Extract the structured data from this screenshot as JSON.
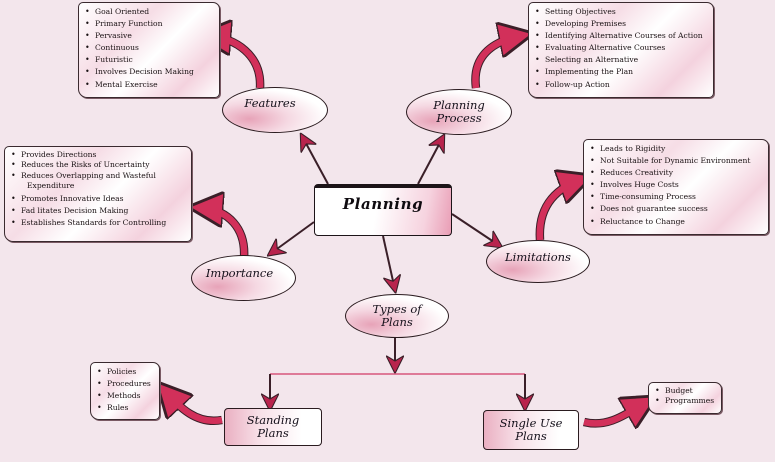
{
  "center": {
    "label": "Planning"
  },
  "nodes": {
    "features": {
      "label": "Features"
    },
    "planning_process": {
      "label_line1": "Planning",
      "label_line2": "Process"
    },
    "importance": {
      "label": "Importance"
    },
    "limitations": {
      "label": "Limitations"
    },
    "types_of_plans": {
      "label_line1": "Types of",
      "label_line2": "Plans"
    },
    "standing_plans": {
      "label_line1": "Standing",
      "label_line2": "Plans"
    },
    "single_use_plans": {
      "label_line1": "Single Use",
      "label_line2": "Plans"
    }
  },
  "lists": {
    "features": [
      "Goal Oriented",
      "Primary Function",
      "Pervasive",
      "Continuous",
      "Futuristic",
      "Involves Decision Making",
      "Mental Exercise"
    ],
    "planning_process": [
      "Setting Objectives",
      "Developing Premises",
      "Identifying Alternative Courses of Action",
      "Evaluating Alternative Courses",
      "Selecting an Alternative",
      "Implementing the Plan",
      "Follow-up Action"
    ],
    "importance": [
      "Provides Directions",
      "Reduces the Risks of Uncertainty",
      "Reduces Overlapping and Wasteful",
      "Expenditure",
      "Promotes Innovative Ideas",
      "Fad litates Decision Making",
      "Establishes Standards for Controlling"
    ],
    "limitations": [
      "Leads to Rigidity",
      "Not Suitable for Dynamic Environment",
      "Reduces Creativity",
      "Involves Huge Costs",
      "Time-consuming Process",
      "Does not guarantee success",
      "Reluctance to Change"
    ],
    "standing_plans": [
      "Policies",
      "Procedures",
      "Methods",
      "Rules"
    ],
    "single_use_plans": [
      "Budget",
      "Programmes"
    ]
  },
  "colors": {
    "background": "#f3e6ec",
    "curved_arrow": "#d2305a",
    "arrow_line": "#3a1f28",
    "arrowhead": "#b8244d",
    "connector": "#d8567d"
  }
}
